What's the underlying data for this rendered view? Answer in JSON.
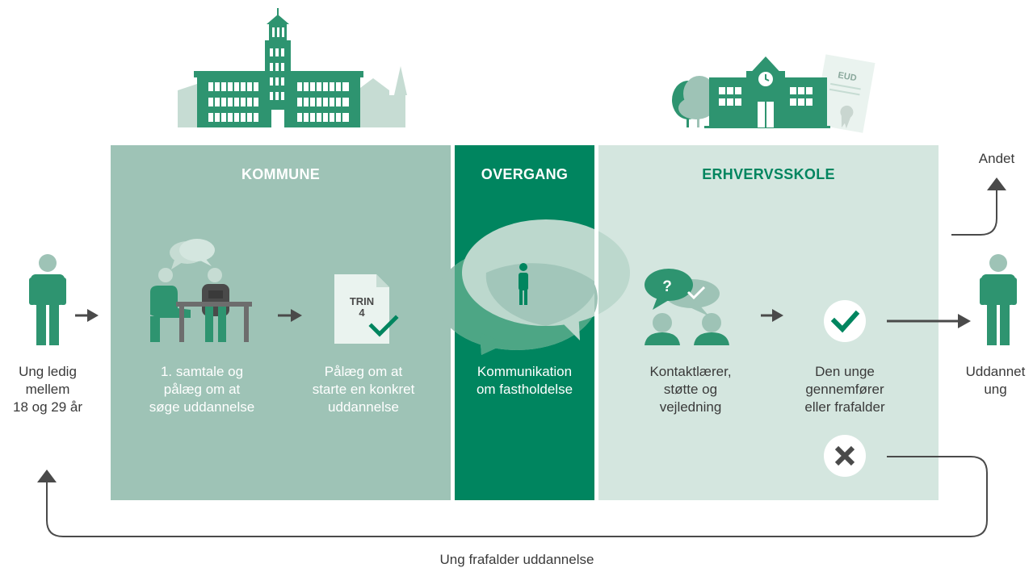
{
  "colors": {
    "kommune_bg": "#9ec3b6",
    "overgang_bg": "#00855f",
    "erhvervsskole_bg": "#d4e6df",
    "figure_green": "#2e9470",
    "arrow_gray": "#4a4a4a",
    "check_green": "#00855f"
  },
  "sections": {
    "kommune": {
      "title": "KOMMUNE"
    },
    "overgang": {
      "title": "OVERGANG"
    },
    "erhvervsskole": {
      "title": "ERHVERVSSKOLE"
    }
  },
  "document_icon": {
    "line1": "TRIN",
    "line2": "4"
  },
  "certificate_icon": {
    "label": "EUD"
  },
  "speech_icon": {
    "symbol": "?"
  },
  "labels": {
    "start_person": [
      "Ung ledig",
      "mellem",
      "18 og 29 år"
    ],
    "meeting": [
      "1. samtale og",
      "pålæg om at",
      "søge uddannelse"
    ],
    "order": [
      "Pålæg om at",
      "starte en konkret",
      "uddannelse"
    ],
    "communication": [
      "Kommunikation",
      "om fastholdelse"
    ],
    "contact": [
      "Kontaktlærer,",
      "støtte og",
      "vejledning"
    ],
    "outcome": [
      "Den unge",
      "gennemfører",
      "eller frafalder"
    ],
    "end_person": [
      "Uddannet",
      "ung"
    ],
    "other": "Andet",
    "dropout": "Ung frafalder uddannelse"
  }
}
